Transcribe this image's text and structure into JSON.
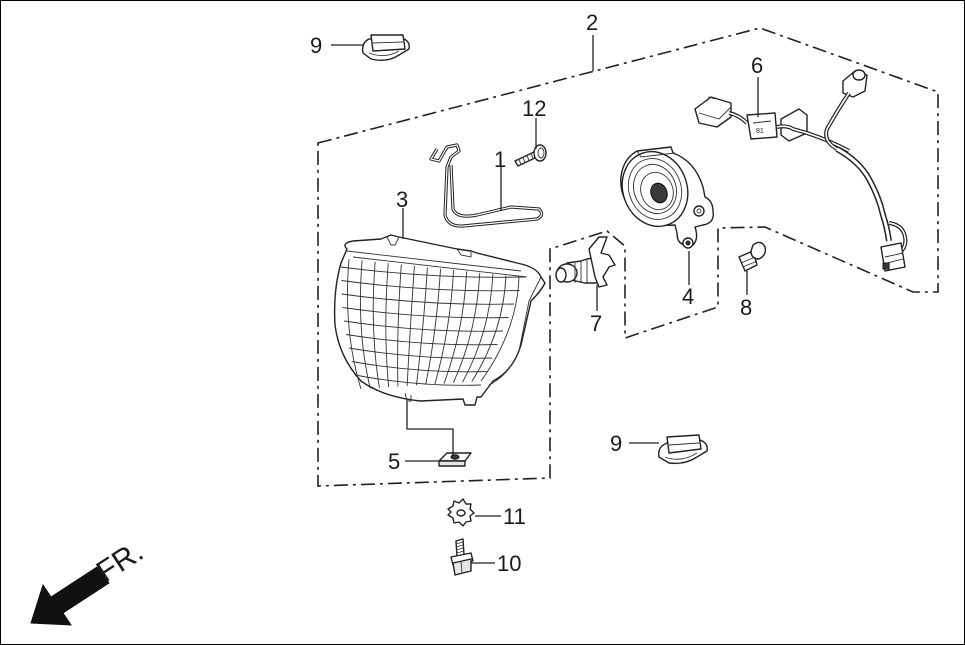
{
  "diagram": {
    "callouts": [
      {
        "id": "c9a",
        "text": "9"
      },
      {
        "id": "c2",
        "text": "2"
      },
      {
        "id": "c6",
        "text": "6"
      },
      {
        "id": "c12",
        "text": "12"
      },
      {
        "id": "c1",
        "text": "1"
      },
      {
        "id": "c3",
        "text": "3"
      },
      {
        "id": "c4",
        "text": "4"
      },
      {
        "id": "c7",
        "text": "7"
      },
      {
        "id": "c8",
        "text": "8"
      },
      {
        "id": "c9b",
        "text": "9"
      },
      {
        "id": "c5",
        "text": "5"
      },
      {
        "id": "c11",
        "text": "11"
      },
      {
        "id": "c10",
        "text": "10"
      }
    ],
    "direction_label": "FR."
  }
}
